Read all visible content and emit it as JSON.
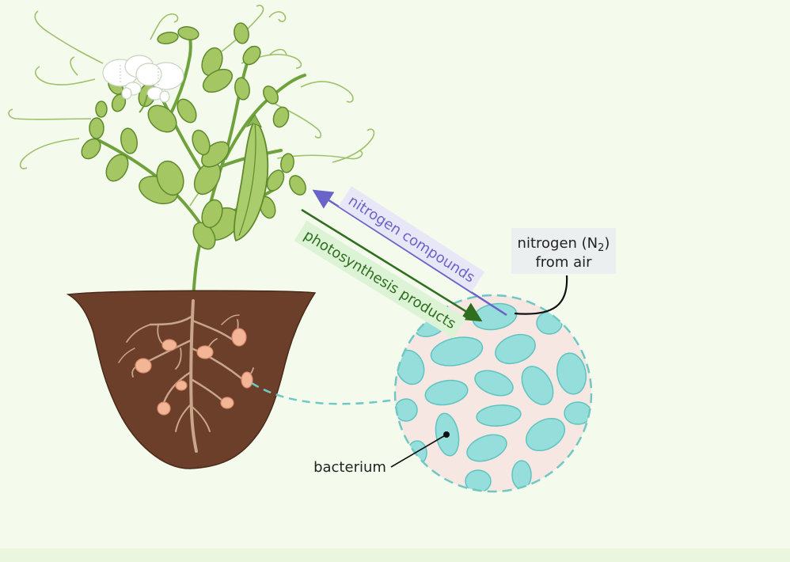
{
  "labels": {
    "nitrogen_compounds": "nitrogen compounds",
    "photosynthesis_products": "photosynthesis products",
    "nitrogen_line1_prefix": "nitrogen (N",
    "nitrogen_subscript": "2",
    "nitrogen_line1_suffix": ")",
    "nitrogen_line2": "from air",
    "bacterium": "bacterium"
  },
  "colors": {
    "background": "#f4fbec",
    "soil": "#6b3f2a",
    "root": "#c9a58c",
    "nodule": "#f2b596",
    "leaf": "#a4c663",
    "leaf_outline": "#5f8a2c",
    "bacterium_fill": "#96dedb",
    "bacterium_outline": "#5ec4c0",
    "magnified_fill": "#f7e7e3",
    "nitrogen_arrow": "#6a63c9",
    "photosynthesis_arrow": "#2f6e1f",
    "nitrogen_label_bg": "#e8e7f7",
    "photosynthesis_label_bg": "#dcf3d6",
    "air_label_bg": "#eceff0"
  }
}
